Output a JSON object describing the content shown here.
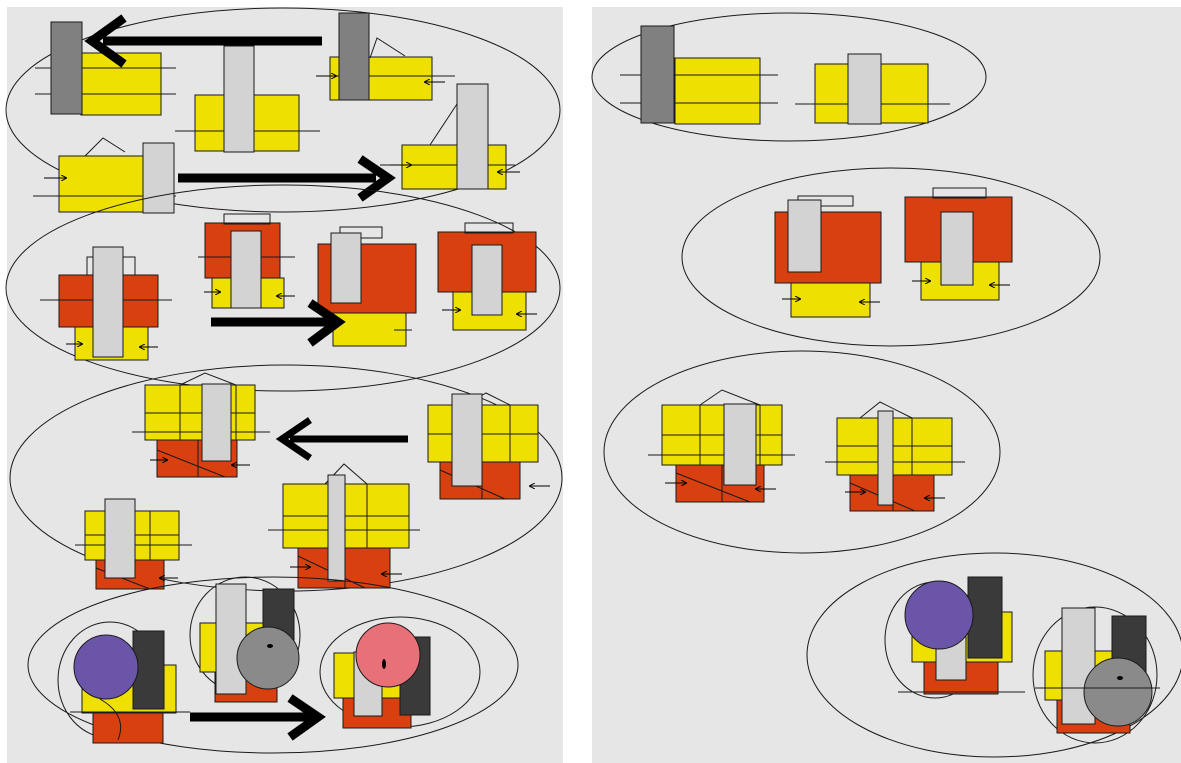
{
  "colors": {
    "background": "#e6e6e6",
    "yellow": "#eee000",
    "red": "#d94010",
    "light_gray": "#d3d3d3",
    "dark_gray": "#808080",
    "charcoal": "#3a3a3a",
    "purple": "#6a55a8",
    "pink": "#e87078",
    "mid_gray": "#8a8a8a",
    "outline": "#1a1a1a",
    "arrow": "#000000"
  },
  "icons": {
    "block_arrow": "thick-arrow",
    "small_arrow": "small-pointer-arrow"
  },
  "panels": [
    {
      "name": "panel-left",
      "groups": 4,
      "big_arrows": 5
    },
    {
      "name": "panel-right",
      "groups": 4,
      "big_arrows": 0
    }
  ]
}
